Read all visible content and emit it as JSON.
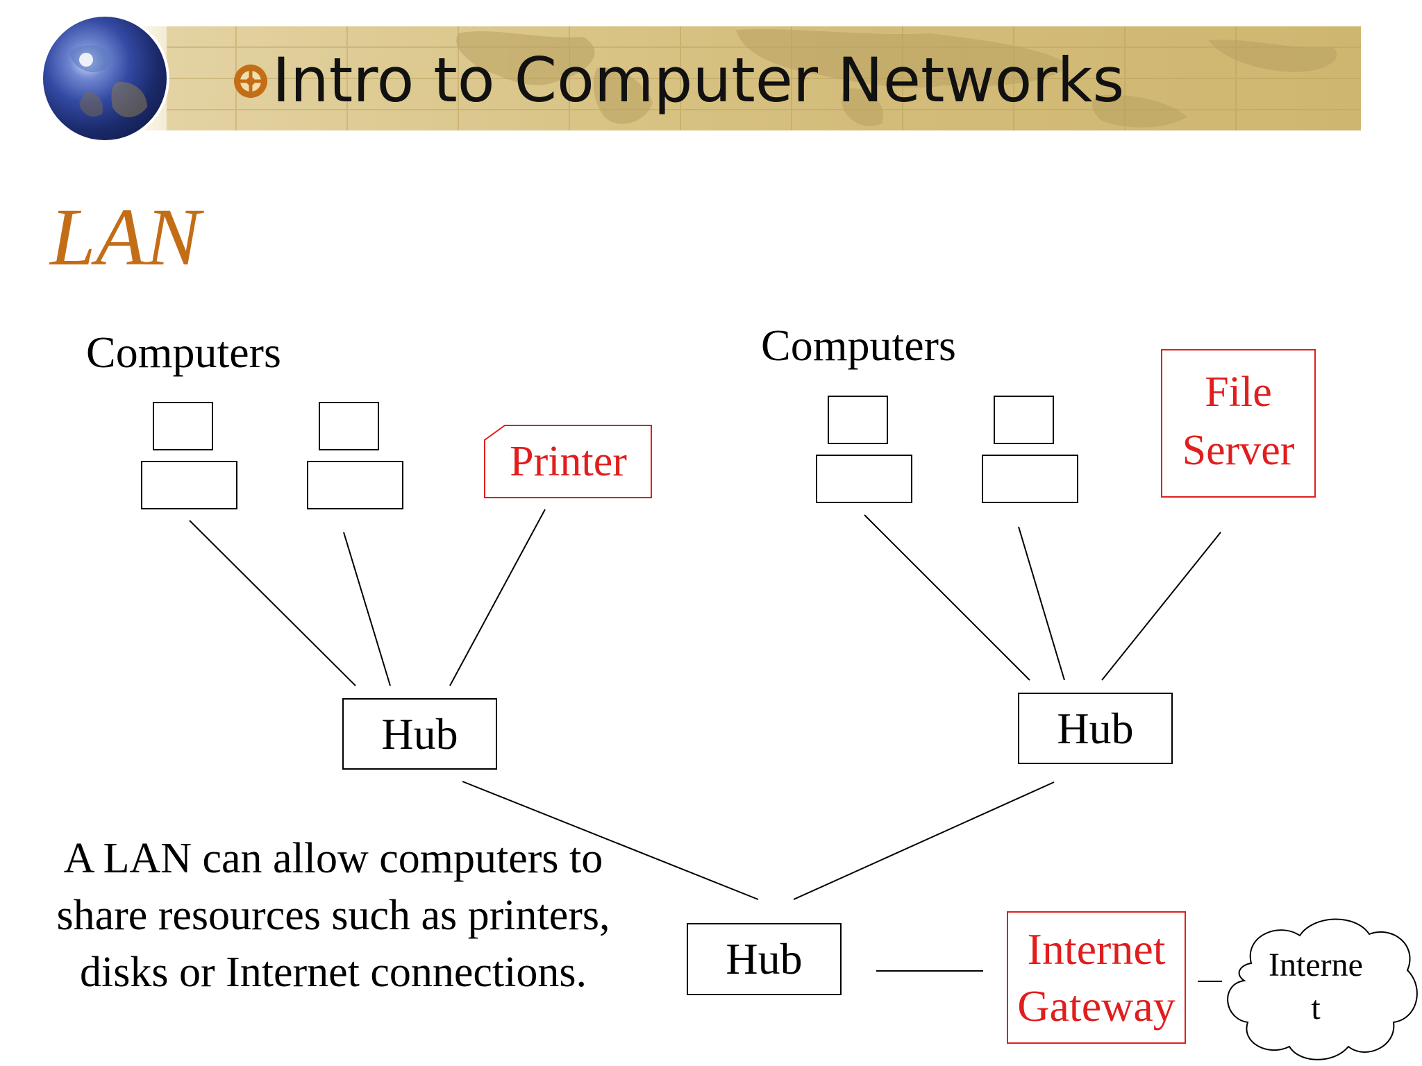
{
  "header": {
    "title": "Intro to Computer Networks"
  },
  "slide": {
    "title": "LAN",
    "caption_lines": [
      "A LAN can allow computers to",
      "share resources such as printers,",
      "disks or Internet connections."
    ]
  },
  "diagram": {
    "left_group": {
      "label": "Computers",
      "printer_label": "Printer",
      "hub_label": "Hub"
    },
    "right_group": {
      "label": "Computers",
      "server_label_line1": "File",
      "server_label_line2": "Server",
      "hub_label": "Hub"
    },
    "bottom": {
      "hub_label": "Hub",
      "gateway_line1": "Internet",
      "gateway_line2": "Gateway",
      "cloud_line1": "Interne",
      "cloud_line2": "t"
    }
  },
  "colors": {
    "title_orange": "#c46d17",
    "accent_red": "#e01e1e",
    "header_gold": "#d9c486"
  },
  "icons": {
    "bullet": "compass-bullet-icon",
    "globe": "globe-icon"
  }
}
